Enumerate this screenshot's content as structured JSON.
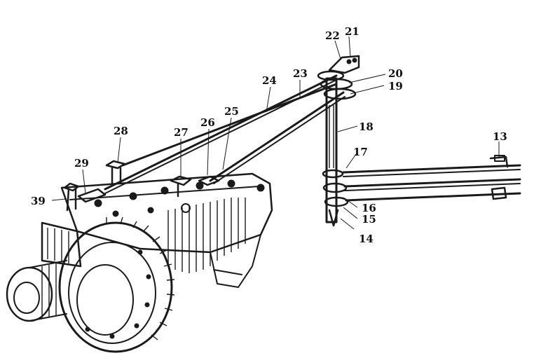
{
  "diagram": {
    "labels": {
      "l13": "13",
      "l14": "14",
      "l15": "15",
      "l16": "16",
      "l17": "17",
      "l18": "18",
      "l19": "19",
      "l20": "20",
      "l21": "21",
      "l22": "22",
      "l23": "23",
      "l24": "24",
      "l25": "25",
      "l26": "26",
      "l27": "27",
      "l28": "28",
      "l29": "29",
      "l39": "39"
    },
    "ink_color": "#1a1a1a",
    "background": "#ffffff"
  }
}
